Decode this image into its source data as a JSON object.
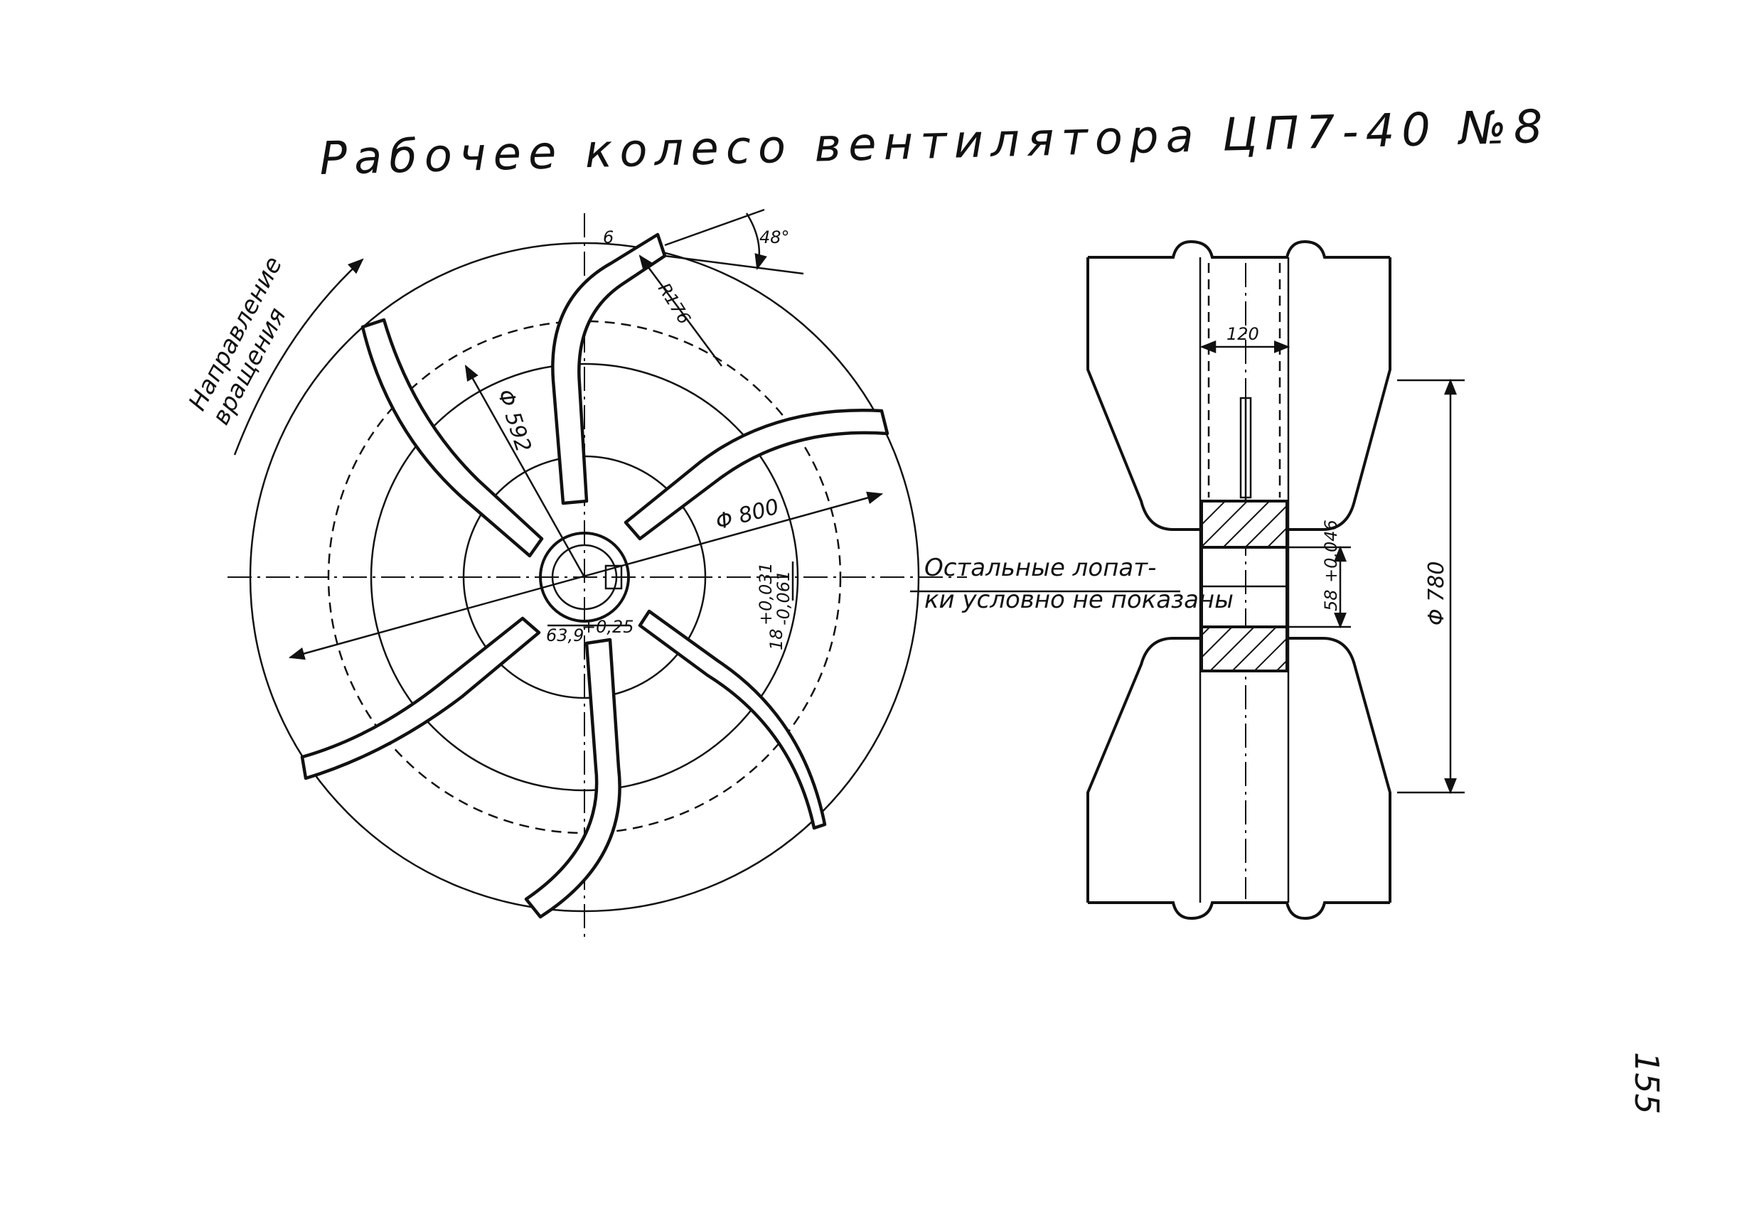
{
  "title": "Рабочее колесо вентилятора ЦП7-40 №8",
  "rotation_label": {
    "line1": "Направление",
    "line2": "вращения"
  },
  "dimensions": {
    "angle": "48°",
    "wall": "6",
    "radius": "R176",
    "inlet_diameter": "Φ 592",
    "outer_diameter": "Φ 800",
    "bore": "63,9",
    "bore_tol": "+0,25",
    "key_width": "18",
    "key_tol_upper": "+0,031",
    "key_tol_lower": "-0,061",
    "hub_length": "120",
    "hub_bore": "58",
    "hub_bore_tol": "+0,046",
    "side_diameter": "Φ 780"
  },
  "note": {
    "line1": "Остальные лопат-",
    "line2": "ки условно не показаны"
  },
  "page_number": "155"
}
